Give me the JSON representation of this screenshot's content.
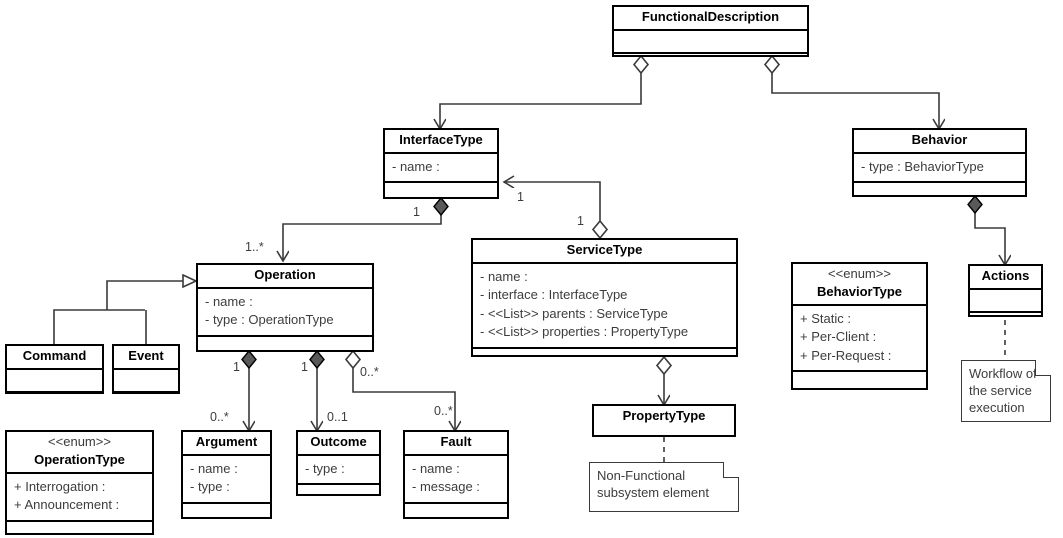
{
  "diagram": {
    "title": "Functional Description UML class diagram",
    "type": "uml-class-diagram",
    "background_color": "#ffffff",
    "line_color": "#3a3a3a",
    "text_color": "#3d3d3d"
  },
  "classes": {
    "functional_description": {
      "name": "FunctionalDescription",
      "attributes": [],
      "operations": []
    },
    "interface_type": {
      "name": "InterfaceType",
      "attributes": [
        "- name :"
      ],
      "operations": []
    },
    "behavior": {
      "name": "Behavior",
      "attributes": [
        "- type : BehaviorType"
      ],
      "operations": []
    },
    "service_type": {
      "name": "ServiceType",
      "attributes": [
        "- name :",
        "- interface : InterfaceType",
        "- <<List>> parents : ServiceType",
        "- <<List>> properties : PropertyType"
      ],
      "operations": []
    },
    "operation": {
      "name": "Operation",
      "attributes": [
        "- name :",
        "- type : OperationType"
      ],
      "operations": []
    },
    "command": {
      "name": "Command",
      "attributes": [],
      "operations": []
    },
    "event": {
      "name": "Event",
      "attributes": [],
      "operations": []
    },
    "actions": {
      "name": "Actions",
      "attributes": [],
      "operations": []
    },
    "behavior_type": {
      "stereotype": "<<enum>>",
      "name": "BehaviorType",
      "literals": [
        "+ Static :",
        "+ Per-Client :",
        "+ Per-Request :"
      ]
    },
    "operation_type": {
      "stereotype": "<<enum>>",
      "name": "OperationType",
      "literals": [
        "+ Interrogation :",
        "+ Announcement :"
      ]
    },
    "property_type": {
      "name": "PropertyType"
    },
    "argument": {
      "name": "Argument",
      "attributes": [
        "- name :",
        "- type :"
      ],
      "operations": []
    },
    "outcome": {
      "name": "Outcome",
      "attributes": [
        "- type :"
      ],
      "operations": []
    },
    "fault": {
      "name": "Fault",
      "attributes": [
        "- name :",
        "- message :"
      ],
      "operations": []
    }
  },
  "notes": {
    "actions_note": {
      "lines": [
        "Workflow of",
        "the service",
        "execution"
      ]
    },
    "property_type_note": {
      "lines": [
        "Non-Functional",
        "subsystem element"
      ]
    }
  },
  "multiplicities": {
    "interface_to_operation_source": "1",
    "interface_to_operation_target": "1..*",
    "service_to_interface_source": "1",
    "service_to_interface_target": "1",
    "operation_to_argument_source": "1",
    "operation_to_argument_target": "0..*",
    "operation_to_outcome_source": "1",
    "operation_to_outcome_target": "0..1",
    "operation_to_fault_source": "0..*",
    "operation_to_fault_target": "0..*"
  },
  "relationships": [
    {
      "from": "FunctionalDescription",
      "to": "InterfaceType",
      "kind": "aggregation"
    },
    {
      "from": "FunctionalDescription",
      "to": "Behavior",
      "kind": "aggregation"
    },
    {
      "from": "InterfaceType",
      "to": "Operation",
      "kind": "composition"
    },
    {
      "from": "ServiceType",
      "to": "InterfaceType",
      "kind": "aggregation"
    },
    {
      "from": "ServiceType",
      "to": "PropertyType",
      "kind": "aggregation"
    },
    {
      "from": "Behavior",
      "to": "Actions",
      "kind": "composition"
    },
    {
      "from": "Operation",
      "to": "Argument",
      "kind": "composition"
    },
    {
      "from": "Operation",
      "to": "Outcome",
      "kind": "composition"
    },
    {
      "from": "Operation",
      "to": "Fault",
      "kind": "aggregation"
    },
    {
      "from": "Command",
      "to": "Operation",
      "kind": "generalization"
    },
    {
      "from": "Event",
      "to": "Operation",
      "kind": "generalization"
    },
    {
      "from": "Actions",
      "to": "actions_note",
      "kind": "note-link"
    },
    {
      "from": "PropertyType",
      "to": "property_type_note",
      "kind": "note-link"
    }
  ]
}
